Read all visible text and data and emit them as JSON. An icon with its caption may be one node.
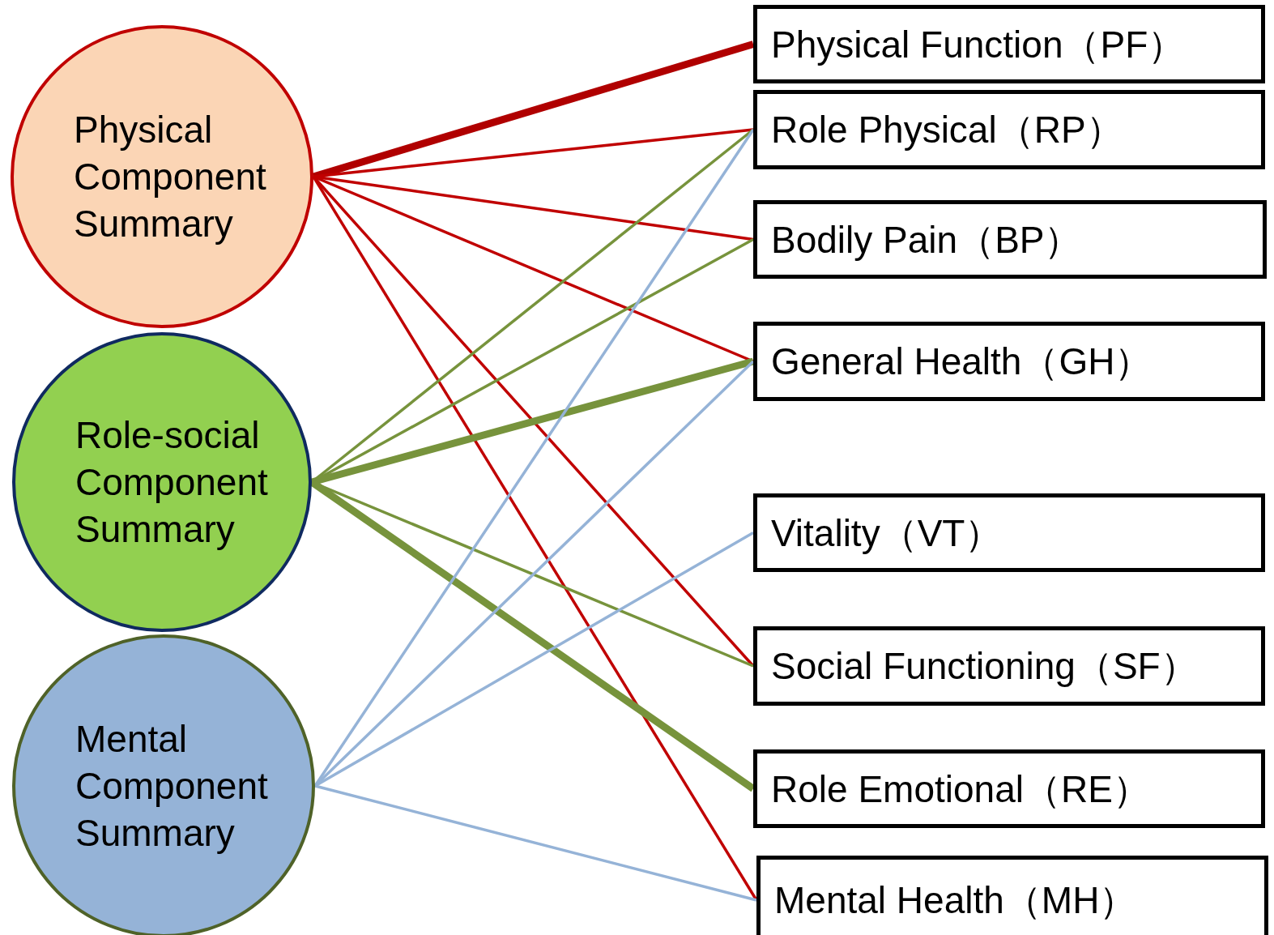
{
  "diagram": {
    "nodes": [
      {
        "text": [
          "Physical Component Summary"
        ]
      },
      {
        "text": [
          "Role-social Component Summary"
        ]
      },
      {
        "text": [
          "Mental Component Summary"
        ]
      },
      {
        "text": [
          "Physical Function（PF）"
        ]
      },
      {
        "text": [
          "Role Physical（RP）"
        ]
      },
      {
        "text": [
          "Bodily Pain（BP）"
        ]
      },
      {
        "text": [
          "General Health（GH）"
        ]
      },
      {
        "text": [
          "Vitality（VT）"
        ]
      },
      {
        "text": [
          "Social Functioning（SF）"
        ]
      },
      {
        "text": [
          "Role Emotional（RE）"
        ]
      },
      {
        "text": [
          "Mental Health（MH）"
        ]
      }
    ],
    "edges": [
      {
        "from": 0,
        "to": 3,
        "arrow": "none",
        "style": "thick",
        "color": "#b00000"
      },
      {
        "from": 0,
        "to": 4,
        "arrow": "none",
        "color": "#c00000"
      },
      {
        "from": 0,
        "to": 5,
        "arrow": "none",
        "color": "#c00000"
      },
      {
        "from": 0,
        "to": 6,
        "arrow": "none",
        "color": "#c00000"
      },
      {
        "from": 0,
        "to": 8,
        "arrow": "none",
        "color": "#c00000"
      },
      {
        "from": 0,
        "to": 10,
        "arrow": "none",
        "color": "#c00000"
      },
      {
        "from": 1,
        "to": 4,
        "arrow": "none",
        "color": "#77933c"
      },
      {
        "from": 1,
        "to": 5,
        "arrow": "none",
        "color": "#77933c"
      },
      {
        "from": 1,
        "to": 6,
        "arrow": "none",
        "style": "thick",
        "color": "#77933c"
      },
      {
        "from": 1,
        "to": 8,
        "arrow": "none",
        "color": "#77933c"
      },
      {
        "from": 1,
        "to": 9,
        "arrow": "none",
        "style": "thick",
        "color": "#77933c"
      },
      {
        "from": 2,
        "to": 4,
        "arrow": "none",
        "color": "#95b3d7"
      },
      {
        "from": 2,
        "to": 6,
        "arrow": "none",
        "color": "#95b3d7"
      },
      {
        "from": 2,
        "to": 7,
        "arrow": "none",
        "color": "#95b3d7"
      },
      {
        "from": 2,
        "to": 10,
        "arrow": "none",
        "color": "#95b3d7"
      }
    ]
  }
}
